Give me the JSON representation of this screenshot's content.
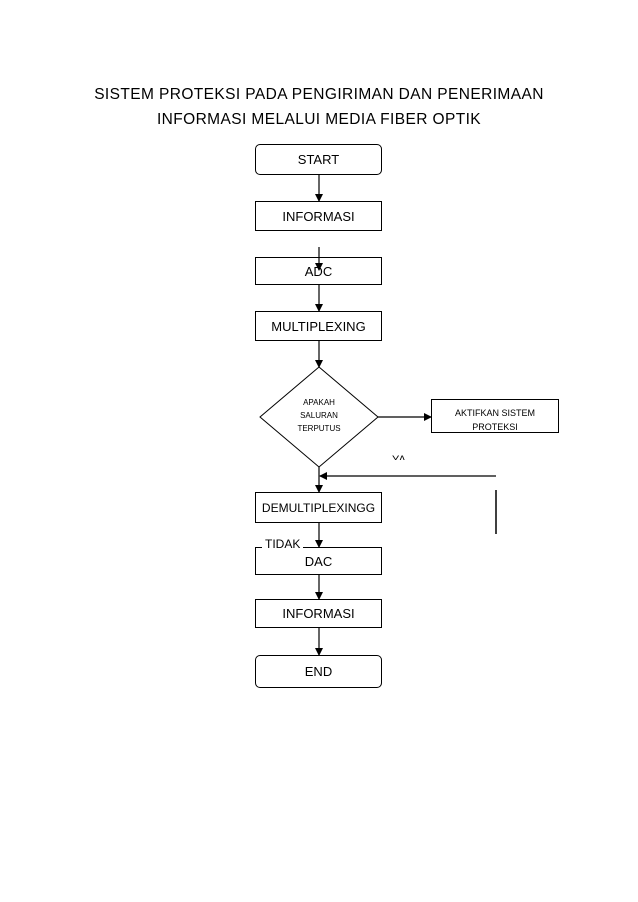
{
  "title": {
    "line1": "SISTEM PROTEKSI PADA PENGIRIMAN DAN PENERIMAAN",
    "line2": "INFORMASI MELALUI MEDIA FIBER OPTIK"
  },
  "nodes": {
    "start": "START",
    "informasi_1": "INFORMASI",
    "adc": "ADC",
    "multiplexing": "MULTIPLEXING",
    "decision": [
      "APAKAH",
      "SALURAN",
      "TERPUTUS"
    ],
    "aktifkan": "AKTIFKAN SISTEM PROTEKSI",
    "demultiplexing": "DEMULTIPLEXINGG",
    "dac": "DAC",
    "informasi_2": "INFORMASI",
    "end": "END"
  },
  "labels": {
    "ya": "YA",
    "tidak": "TIDAK"
  }
}
